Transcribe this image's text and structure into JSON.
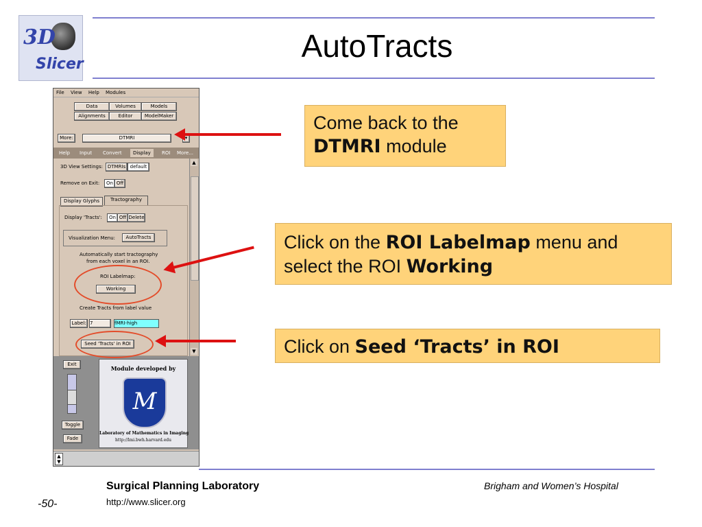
{
  "slide": {
    "title": "AutoTracts",
    "page_number": "-50-",
    "footer_lab": "Surgical Planning Laboratory",
    "footer_url": "http://www.slicer.org",
    "footer_hospital": "Brigham and Women’s Hospital"
  },
  "logo": {
    "text_3d": "3D",
    "text_slicer": "Slicer"
  },
  "app": {
    "menu": [
      "File",
      "View",
      "Help",
      "Modules"
    ],
    "module_buttons": [
      "Data",
      "Volumes",
      "Models",
      "Alignments",
      "Editor",
      "ModelMaker"
    ],
    "more_label": "More:",
    "module_selected": "DTMRI",
    "tabs": [
      "Help",
      "Input",
      "Convert",
      "Display",
      "ROI",
      "More..."
    ],
    "view_settings_label": "3D View Settings:",
    "view_btn_dtmris": "DTMRIs",
    "view_btn_default": "default",
    "remove_on_exit_label": "Remove on Exit:",
    "on_label": "On",
    "off_label": "Off",
    "subtabs": [
      "Display Glyphs",
      "Tractography"
    ],
    "display_tracts_label": "Display 'Tracts':",
    "delete_label": "Delete",
    "vis_menu_label": "Visualization Menu:",
    "vis_menu_value": "AutoTracts",
    "auto_text_1": "Automatically start tractography",
    "auto_text_2": "from each voxel in an ROI.",
    "roi_labelmap_label": "ROI Labelmap:",
    "roi_labelmap_value": "Working",
    "create_tracts_label": "Create Tracts from label value",
    "label_label": "Label:",
    "label_value": "7",
    "label_name": "fMRI-high",
    "seed_button": "Seed 'Tracts' in ROI",
    "exit_label": "Exit",
    "toggle_label": "Toggle",
    "fade_label": "Fade",
    "module_dev_title": "Module developed by",
    "module_dev_lab": "Laboratory of Mathematics in Imaging",
    "module_dev_url": "http://lmi.bwh.harvard.edu"
  },
  "callouts": {
    "c1_pre": "Come back to the",
    "c1_bold": "DTMRI",
    "c1_post": "module",
    "c2_pre": "Click on the",
    "c2_bold": "ROI Labelmap",
    "c2_mid": "menu and select the ROI",
    "c2_bold2": "Working",
    "c3_pre": "Click on",
    "c3_bold": "Seed ‘Tracts’ in ROI"
  },
  "colors": {
    "rule": "#7f7fcf",
    "callout_bg": "#ffd37a",
    "arrow": "#dd1111",
    "highlight_ellipse": "#e34c2a",
    "label_name_bg": "#7fffff"
  }
}
